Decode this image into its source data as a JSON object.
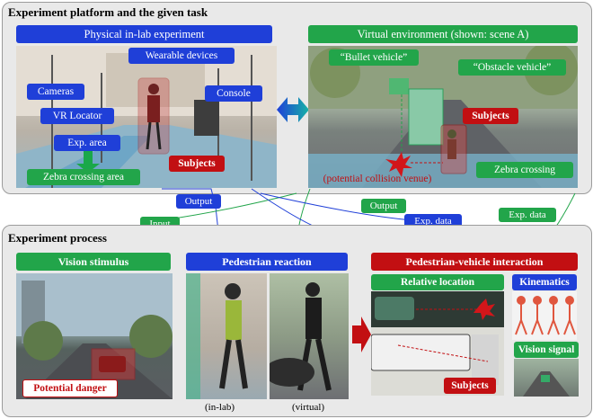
{
  "top": {
    "title": "Experiment platform and the given task",
    "physical_header": "Physical in-lab experiment",
    "virtual_header": "Virtual environment (shown: scene A)",
    "physical_labels": {
      "wearable": "Wearable devices",
      "cameras": "Cameras",
      "console": "Console",
      "vr_locator": "VR Locator",
      "exp_area": "Exp. area",
      "subjects": "Subjects",
      "zebra_area": "Zebra crossing area"
    },
    "virtual_labels": {
      "bullet": "“Bullet vehicle”",
      "obstacle": "“Obstacle vehicle”",
      "subjects": "Subjects",
      "zebra": "Zebra crossing",
      "collision": "(potential collision venue)"
    }
  },
  "flow": {
    "output1": "Output",
    "output2": "Output",
    "input": "Input",
    "exp_data1": "Exp. data",
    "exp_data2": "Exp. data"
  },
  "bottom": {
    "title": "Experiment process",
    "vision_stimulus": "Vision stimulus",
    "pedestrian_reaction": "Pedestrian reaction",
    "interaction": "Pedestrian-vehicle interaction",
    "potential_danger": "Potential danger",
    "in_lab": "(in-lab)",
    "virtual": "(virtual)",
    "relative_location": "Relative location",
    "kinematics": "Kinematics",
    "vision_signal": "Vision signal",
    "subjects": "Subjects"
  },
  "colors": {
    "blue": "#1f3fd8",
    "green": "#22a54a",
    "red": "#c20f12"
  }
}
